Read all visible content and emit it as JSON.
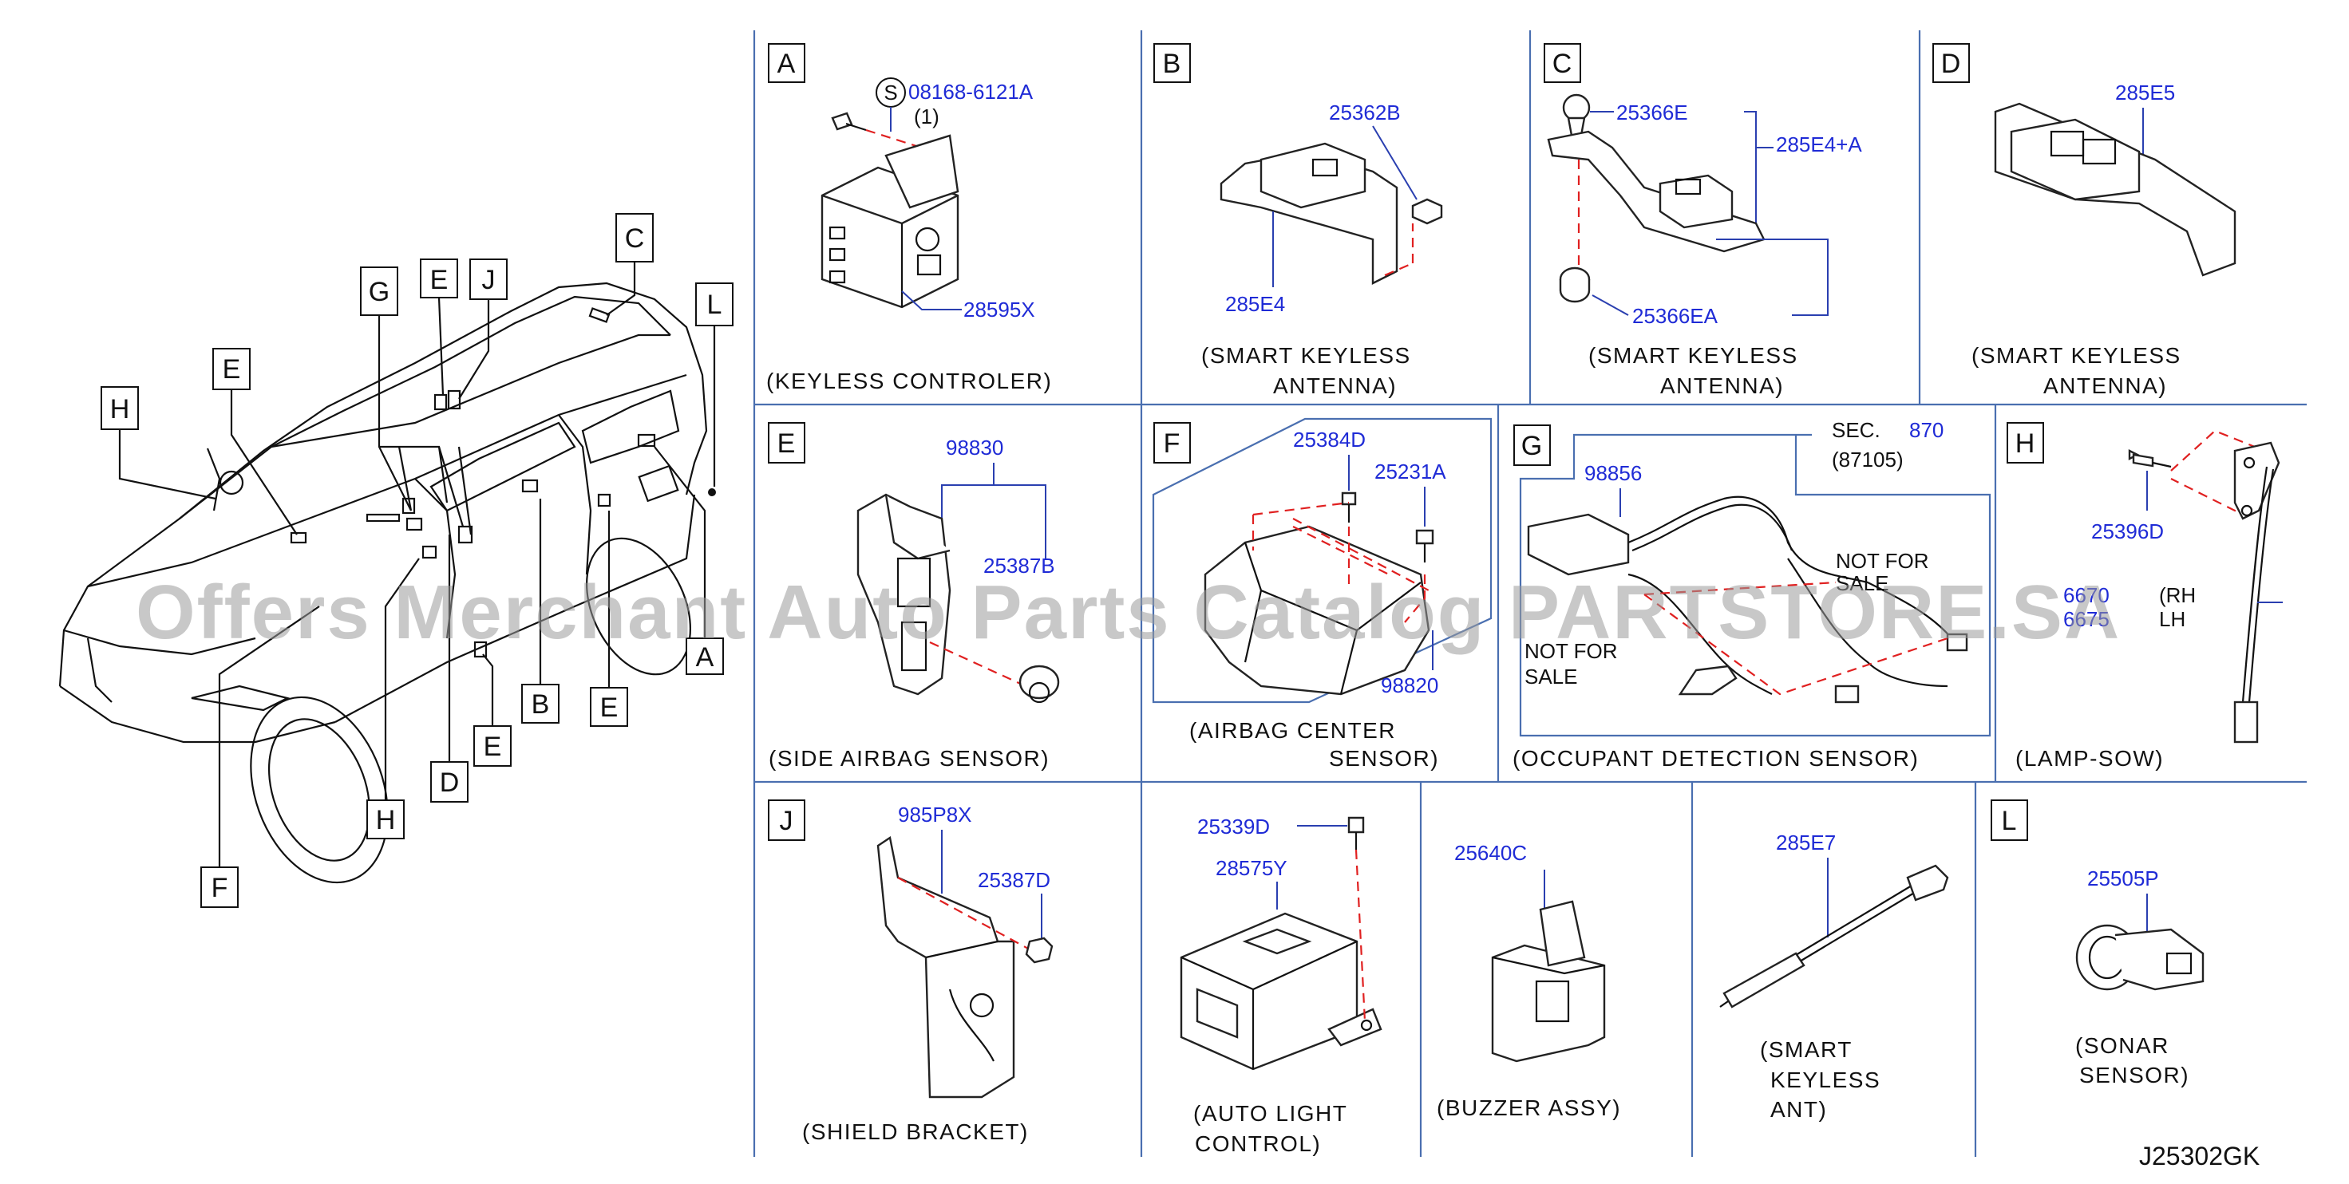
{
  "watermark": "Offers Merchant Auto Parts Catalog PARTSTORE.SA",
  "diagram_id": "J25302GK",
  "overview_callouts": [
    "C",
    "G",
    "E",
    "J",
    "L",
    "H",
    "E",
    "A",
    "B",
    "E",
    "E",
    "H",
    "D",
    "F"
  ],
  "panels": {
    "A": {
      "letter": "A",
      "circle_s": "S",
      "parts": [
        "08168-6121A",
        "28595X"
      ],
      "qty": "(1)",
      "caption": [
        "(KEYLESS   CONTROLER)"
      ]
    },
    "B": {
      "letter": "B",
      "parts": [
        "25362B",
        "285E4"
      ],
      "caption": [
        "(SMART   KEYLESS",
        "ANTENNA)"
      ]
    },
    "C": {
      "letter": "C",
      "parts": [
        "25366E",
        "285E4+A",
        "25366EA"
      ],
      "caption": [
        "(SMART   KEYLESS",
        "ANTENNA)"
      ]
    },
    "D": {
      "letter": "D",
      "parts": [
        "285E5"
      ],
      "caption": [
        "(SMART   KEYLESS",
        "ANTENNA)"
      ]
    },
    "E": {
      "letter": "E",
      "parts": [
        "98830",
        "25387B"
      ],
      "caption": [
        "(SIDE    AIRBAG   SENSOR)"
      ]
    },
    "F": {
      "letter": "F",
      "parts": [
        "25384D",
        "25231A",
        "98820"
      ],
      "caption": [
        "(AIRBAG    CENTER",
        "SENSOR)"
      ]
    },
    "G": {
      "letter": "G",
      "sec_label": "SEC.",
      "sec_num": "870",
      "sec_sub": "(87105)",
      "parts": [
        "98856"
      ],
      "nfs1": [
        "NOT   FOR",
        "SALE"
      ],
      "nfs2": [
        "NOT   FOR",
        "SALE"
      ],
      "caption": [
        "(OCCUPANT   DETECTION   SENSOR)"
      ]
    },
    "H": {
      "letter": "H",
      "parts": [
        "25396D",
        "6670",
        "6675"
      ],
      "side": [
        "(RH",
        "LH"
      ],
      "caption": [
        "(LAMP-SOW)"
      ]
    },
    "J": {
      "letter": "J",
      "parts": [
        "985P8X",
        "25387D"
      ],
      "caption": [
        "(SHIELD    BRACKET)"
      ]
    },
    "K": {
      "parts": [
        "25339D",
        "28575Y"
      ],
      "caption": [
        "(AUTO    LIGHT",
        "CONTROL)"
      ]
    },
    "M": {
      "parts": [
        "25640C"
      ],
      "caption": [
        "(BUZZER   ASSY)"
      ]
    },
    "N": {
      "parts": [
        "285E7"
      ],
      "caption": [
        "(SMART",
        "KEYLESS",
        "ANT)"
      ]
    },
    "L": {
      "letter": "L",
      "parts": [
        "25505P"
      ],
      "caption": [
        "(SONAR",
        "SENSOR)"
      ]
    }
  }
}
